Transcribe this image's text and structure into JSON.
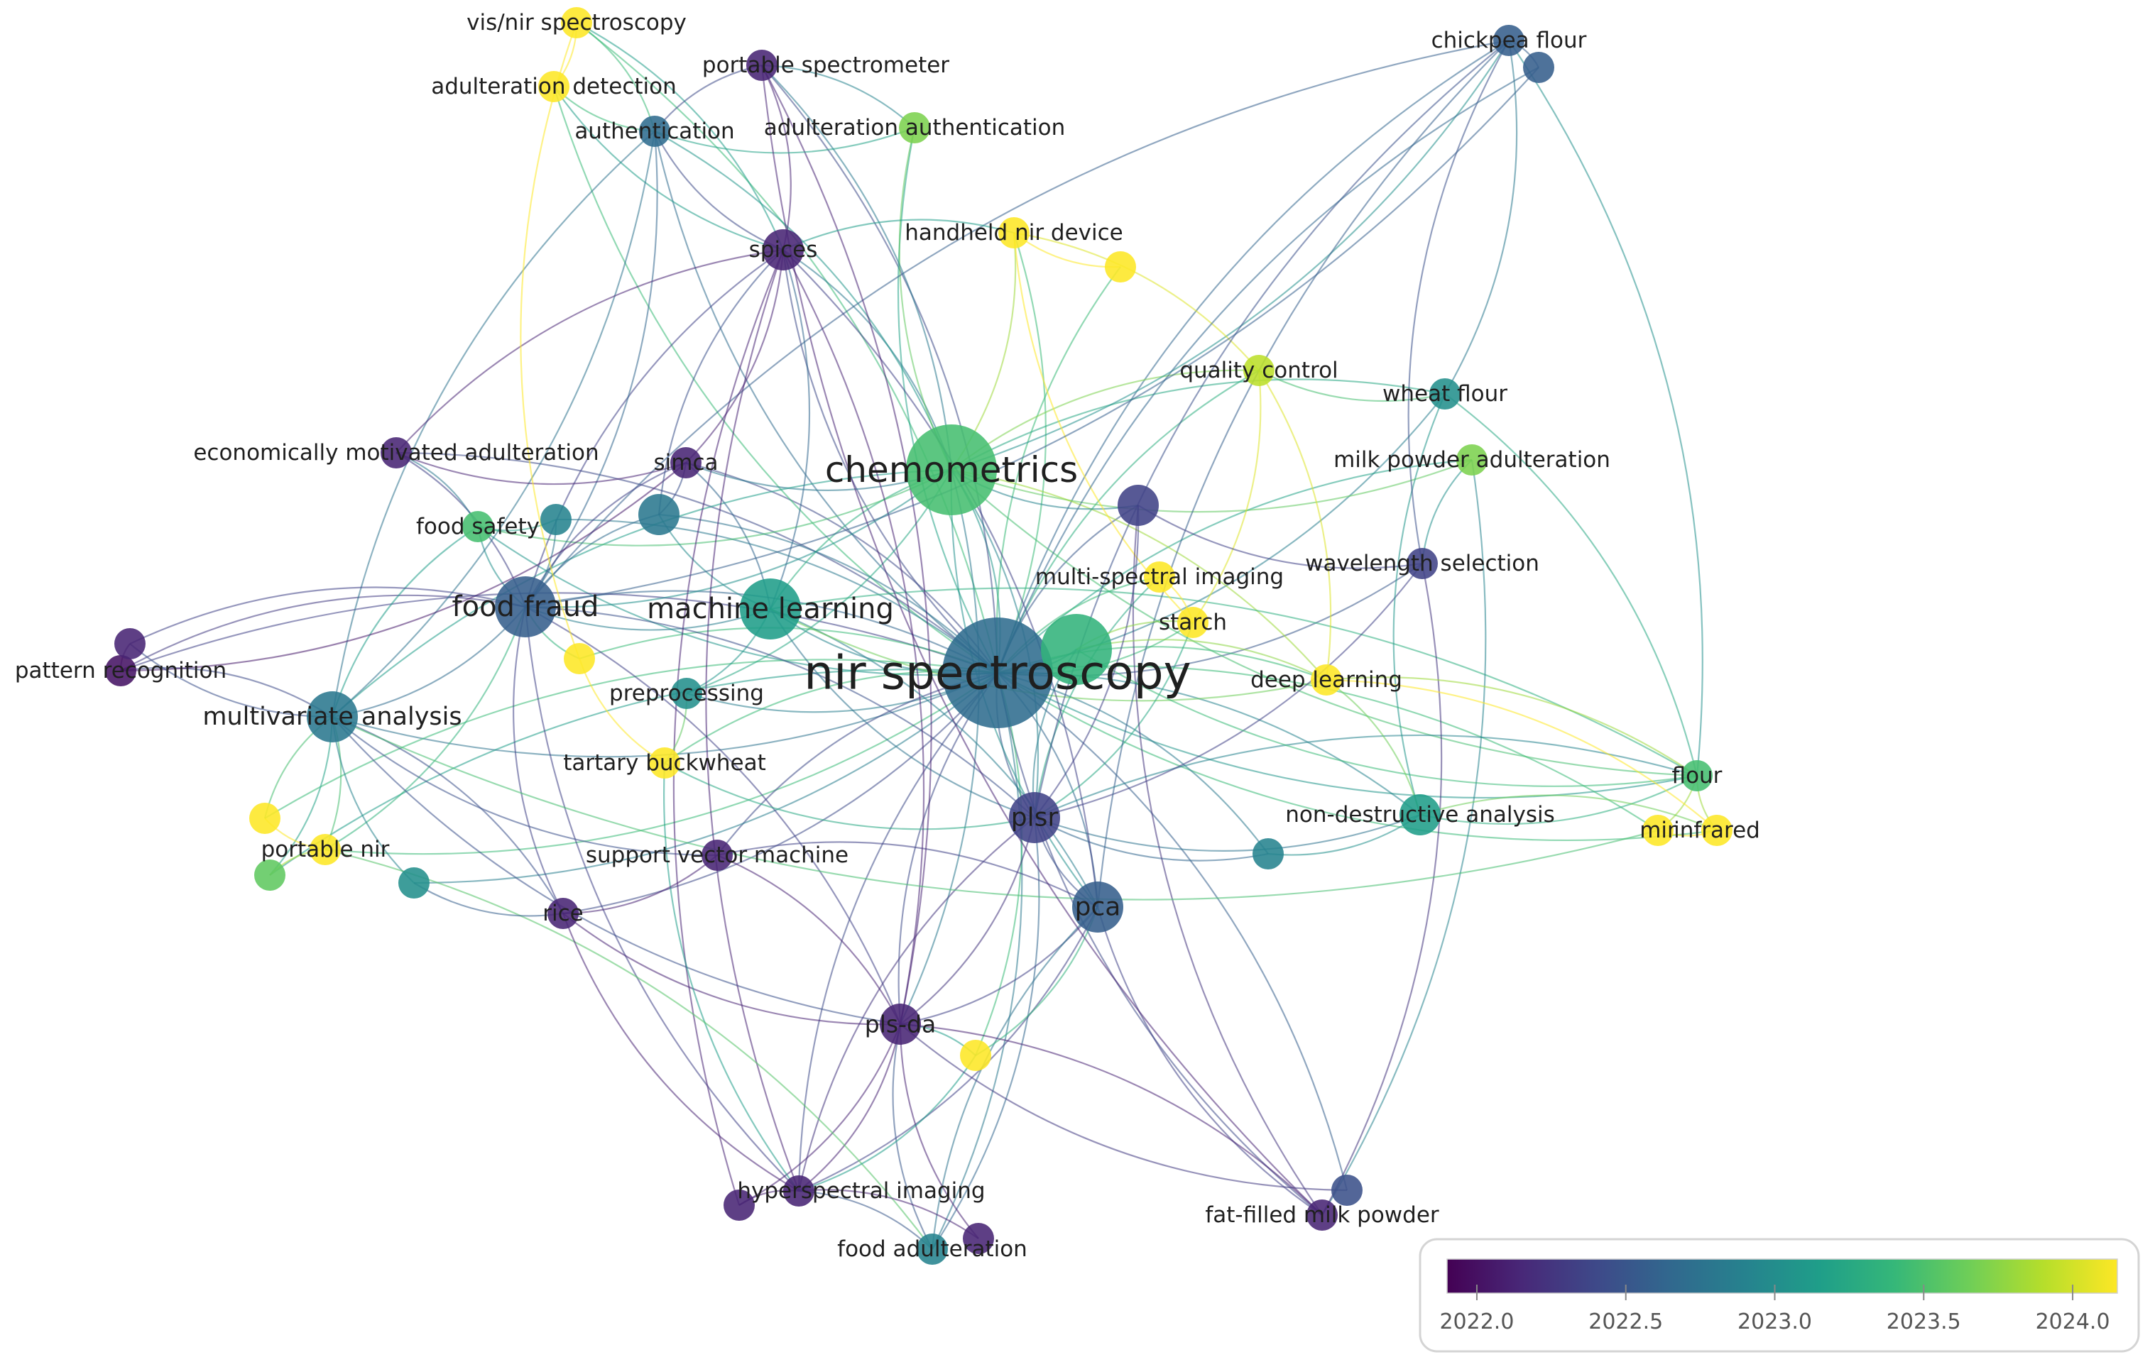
{
  "nodes": [
    {
      "id": "nir-spectroscopy",
      "label": "nir spectroscopy",
      "year": 2022.7,
      "weight": 10
    },
    {
      "id": "chemometrics",
      "label": "chemometrics",
      "year": 2023.4,
      "weight": 8
    },
    {
      "id": "machine-learning",
      "label": "machine learning",
      "year": 2023.1,
      "weight": 5
    },
    {
      "id": "food-fraud",
      "label": "food fraud",
      "year": 2022.6,
      "weight": 5
    },
    {
      "id": "multivariate-analysis",
      "label": "multivariate analysis",
      "year": 2022.8,
      "weight": 4
    },
    {
      "id": "plsr",
      "label": "plsr",
      "year": 2022.4,
      "weight": 4
    },
    {
      "id": "pca",
      "label": "pca",
      "year": 2022.6,
      "weight": 4
    },
    {
      "id": "pls-da",
      "label": "pls-da",
      "year": 2022.2,
      "weight": 3
    },
    {
      "id": "spices",
      "label": "spices",
      "year": 2022.2,
      "weight": 3
    },
    {
      "id": "simca",
      "label": "simca",
      "year": 2022.2,
      "weight": 2
    },
    {
      "id": "authentication",
      "label": "authentication",
      "year": 2022.7,
      "weight": 2
    },
    {
      "id": "vis-nir-spectroscopy",
      "label": "vis/nir spectroscopy",
      "year": 2024.0,
      "weight": 2
    },
    {
      "id": "adulteration-detection",
      "label": "adulteration detection",
      "year": 2024.0,
      "weight": 2
    },
    {
      "id": "portable-spectrometer",
      "label": "portable spectrometer",
      "year": 2022.2,
      "weight": 2
    },
    {
      "id": "adulteration-authentication",
      "label": "adulteration authentication",
      "year": 2023.6,
      "weight": 2
    },
    {
      "id": "handheld-nir-device",
      "label": "handheld nir device",
      "year": 2024.0,
      "weight": 2
    },
    {
      "id": "quality-control",
      "label": "quality control",
      "year": 2023.8,
      "weight": 2
    },
    {
      "id": "wheat-flour",
      "label": "wheat flour",
      "year": 2023.0,
      "weight": 2
    },
    {
      "id": "milk-powder-adulteration",
      "label": "milk powder adulteration",
      "year": 2023.6,
      "weight": 2
    },
    {
      "id": "wavelength-selection",
      "label": "wavelength selection",
      "year": 2022.4,
      "weight": 2
    },
    {
      "id": "multi-spectral-imaging",
      "label": "multi-spectral imaging",
      "year": 2024.0,
      "weight": 2
    },
    {
      "id": "starch",
      "label": "starch",
      "year": 2024.0,
      "weight": 2
    },
    {
      "id": "deep-learning",
      "label": "deep learning",
      "year": 2024.0,
      "weight": 2
    },
    {
      "id": "flour",
      "label": "flour",
      "year": 2023.4,
      "weight": 2
    },
    {
      "id": "mir",
      "label": "mir",
      "year": 2024.0,
      "weight": 2
    },
    {
      "id": "infrared",
      "label": "infrared",
      "year": 2024.0,
      "weight": 2
    },
    {
      "id": "non-destructive-analysis",
      "label": "non-destructive analysis",
      "year": 2023.1,
      "weight": 3
    },
    {
      "id": "economically-motivated-adulteration",
      "label": "economically motivated adulteration",
      "year": 2022.2,
      "weight": 2
    },
    {
      "id": "food-safety",
      "label": "food safety",
      "year": 2023.4,
      "weight": 2
    },
    {
      "id": "pattern-recognition",
      "label": "pattern recognition",
      "year": 2022.1,
      "weight": 2
    },
    {
      "id": "preprocessing",
      "label": "preprocessing",
      "year": 2023.0,
      "weight": 2
    },
    {
      "id": "tartary-buckwheat",
      "label": "tartary buckwheat",
      "year": 2024.0,
      "weight": 2
    },
    {
      "id": "portable-nir",
      "label": "portable nir",
      "year": 2024.0,
      "weight": 2
    },
    {
      "id": "support-vector-machine",
      "label": "support vector machine",
      "year": 2022.2,
      "weight": 2
    },
    {
      "id": "rice",
      "label": "rice",
      "year": 2022.2,
      "weight": 2
    },
    {
      "id": "hyperspectral-imaging",
      "label": "hyperspectral imaging",
      "year": 2022.2,
      "weight": 2
    },
    {
      "id": "food-adulteration",
      "label": "food adulteration",
      "year": 2022.9,
      "weight": 2
    },
    {
      "id": "fat-filled-milk-powder",
      "label": "fat-filled milk powder",
      "year": 2022.2,
      "weight": 2
    },
    {
      "id": "chickpea-flour",
      "label": "chickpea flour",
      "year": 2022.6,
      "weight": 2
    },
    {
      "id": "u-green-big",
      "label": "",
      "year": 2023.3,
      "weight": 6
    },
    {
      "id": "u-blue-1",
      "label": "",
      "year": 2022.4,
      "weight": 3
    },
    {
      "id": "u-teal-1",
      "label": "",
      "year": 2022.8,
      "weight": 3
    },
    {
      "id": "u-teal-2",
      "label": "",
      "year": 2023.0,
      "weight": 2
    },
    {
      "id": "u-yellow-1",
      "label": "",
      "year": 2024.0,
      "weight": 2
    },
    {
      "id": "u-yellow-2",
      "label": "",
      "year": 2024.0,
      "weight": 2
    },
    {
      "id": "u-yellow-3",
      "label": "",
      "year": 2024.0,
      "weight": 2
    },
    {
      "id": "u-yellow-4",
      "label": "",
      "year": 2024.0,
      "weight": 2
    },
    {
      "id": "u-green-1",
      "label": "",
      "year": 2023.5,
      "weight": 2
    },
    {
      "id": "u-teal-3",
      "label": "",
      "year": 2022.9,
      "weight": 2
    },
    {
      "id": "u-teal-4",
      "label": "",
      "year": 2022.9,
      "weight": 2
    },
    {
      "id": "u-purple-1",
      "label": "",
      "year": 2022.2,
      "weight": 2
    },
    {
      "id": "u-purple-2",
      "label": "",
      "year": 2022.2,
      "weight": 2
    },
    {
      "id": "u-purple-3",
      "label": "",
      "year": 2022.2,
      "weight": 2
    },
    {
      "id": "u-blue-2",
      "label": "",
      "year": 2022.6,
      "weight": 2
    },
    {
      "id": "u-blue-3",
      "label": "",
      "year": 2022.5,
      "weight": 2
    }
  ],
  "edges": [
    [
      "nir-spectroscopy",
      "chemometrics"
    ],
    [
      "nir-spectroscopy",
      "machine-learning"
    ],
    [
      "nir-spectroscopy",
      "food-fraud"
    ],
    [
      "nir-spectroscopy",
      "multivariate-analysis"
    ],
    [
      "nir-spectroscopy",
      "plsr"
    ],
    [
      "nir-spectroscopy",
      "pca"
    ],
    [
      "nir-spectroscopy",
      "pls-da"
    ],
    [
      "nir-spectroscopy",
      "spices"
    ],
    [
      "nir-spectroscopy",
      "simca"
    ],
    [
      "nir-spectroscopy",
      "authentication"
    ],
    [
      "nir-spectroscopy",
      "vis-nir-spectroscopy"
    ],
    [
      "nir-spectroscopy",
      "adulteration-detection"
    ],
    [
      "nir-spectroscopy",
      "portable-spectrometer"
    ],
    [
      "nir-spectroscopy",
      "adulteration-authentication"
    ],
    [
      "nir-spectroscopy",
      "handheld-nir-device"
    ],
    [
      "nir-spectroscopy",
      "quality-control"
    ],
    [
      "nir-spectroscopy",
      "wheat-flour"
    ],
    [
      "nir-spectroscopy",
      "milk-powder-adulteration"
    ],
    [
      "nir-spectroscopy",
      "wavelength-selection"
    ],
    [
      "nir-spectroscopy",
      "multi-spectral-imaging"
    ],
    [
      "nir-spectroscopy",
      "starch"
    ],
    [
      "nir-spectroscopy",
      "deep-learning"
    ],
    [
      "nir-spectroscopy",
      "flour"
    ],
    [
      "nir-spectroscopy",
      "mir"
    ],
    [
      "nir-spectroscopy",
      "infrared"
    ],
    [
      "nir-spectroscopy",
      "non-destructive-analysis"
    ],
    [
      "nir-spectroscopy",
      "economically-motivated-adulteration"
    ],
    [
      "nir-spectroscopy",
      "food-safety"
    ],
    [
      "nir-spectroscopy",
      "pattern-recognition"
    ],
    [
      "nir-spectroscopy",
      "preprocessing"
    ],
    [
      "nir-spectroscopy",
      "tartary-buckwheat"
    ],
    [
      "nir-spectroscopy",
      "portable-nir"
    ],
    [
      "nir-spectroscopy",
      "support-vector-machine"
    ],
    [
      "nir-spectroscopy",
      "rice"
    ],
    [
      "nir-spectroscopy",
      "hyperspectral-imaging"
    ],
    [
      "nir-spectroscopy",
      "food-adulteration"
    ],
    [
      "nir-spectroscopy",
      "fat-filled-milk-powder"
    ],
    [
      "nir-spectroscopy",
      "chickpea-flour"
    ],
    [
      "nir-spectroscopy",
      "u-green-big"
    ],
    [
      "nir-spectroscopy",
      "u-blue-1"
    ],
    [
      "nir-spectroscopy",
      "u-teal-1"
    ],
    [
      "nir-spectroscopy",
      "u-teal-2"
    ],
    [
      "nir-spectroscopy",
      "u-yellow-1"
    ],
    [
      "nir-spectroscopy",
      "u-yellow-2"
    ],
    [
      "nir-spectroscopy",
      "u-yellow-3"
    ],
    [
      "nir-spectroscopy",
      "u-yellow-4"
    ],
    [
      "nir-spectroscopy",
      "u-teal-3"
    ],
    [
      "nir-spectroscopy",
      "u-teal-4"
    ],
    [
      "nir-spectroscopy",
      "u-green-1"
    ],
    [
      "nir-spectroscopy",
      "u-blue-3"
    ],
    [
      "chemometrics",
      "machine-learning"
    ],
    [
      "chemometrics",
      "food-fraud"
    ],
    [
      "chemometrics",
      "spices"
    ],
    [
      "chemometrics",
      "simca"
    ],
    [
      "chemometrics",
      "authentication"
    ],
    [
      "chemometrics",
      "quality-control"
    ],
    [
      "chemometrics",
      "handheld-nir-device"
    ],
    [
      "chemometrics",
      "wheat-flour"
    ],
    [
      "chemometrics",
      "milk-powder-adulteration"
    ],
    [
      "chemometrics",
      "plsr"
    ],
    [
      "chemometrics",
      "pca"
    ],
    [
      "chemometrics",
      "pls-da"
    ],
    [
      "chemometrics",
      "multivariate-analysis"
    ],
    [
      "chemometrics",
      "food-safety"
    ],
    [
      "chemometrics",
      "chickpea-flour"
    ],
    [
      "chemometrics",
      "adulteration-authentication"
    ],
    [
      "chemometrics",
      "portable-spectrometer"
    ],
    [
      "chemometrics",
      "deep-learning"
    ],
    [
      "chemometrics",
      "flour"
    ],
    [
      "chemometrics",
      "preprocessing"
    ],
    [
      "chemometrics",
      "u-blue-1"
    ],
    [
      "food-fraud",
      "multivariate-analysis"
    ],
    [
      "food-fraud",
      "pattern-recognition"
    ],
    [
      "food-fraud",
      "food-safety"
    ],
    [
      "food-fraud",
      "economically-motivated-adulteration"
    ],
    [
      "food-fraud",
      "spices"
    ],
    [
      "food-fraud",
      "authentication"
    ],
    [
      "food-fraud",
      "portable-nir"
    ],
    [
      "food-fraud",
      "rice"
    ],
    [
      "food-fraud",
      "pls-da"
    ],
    [
      "food-fraud",
      "machine-learning"
    ],
    [
      "food-fraud",
      "chickpea-flour"
    ],
    [
      "food-fraud",
      "u-yellow-1"
    ],
    [
      "food-fraud",
      "simca"
    ],
    [
      "food-fraud",
      "hyperspectral-imaging"
    ],
    [
      "food-fraud",
      "plsr"
    ],
    [
      "machine-learning",
      "spices"
    ],
    [
      "machine-learning",
      "preprocessing"
    ],
    [
      "machine-learning",
      "plsr"
    ],
    [
      "machine-learning",
      "pca"
    ],
    [
      "machine-learning",
      "simca"
    ],
    [
      "machine-learning",
      "u-teal-1"
    ],
    [
      "machine-learning",
      "deep-learning"
    ],
    [
      "machine-learning",
      "flour"
    ],
    [
      "multivariate-analysis",
      "pattern-recognition"
    ],
    [
      "multivariate-analysis",
      "portable-nir"
    ],
    [
      "multivariate-analysis",
      "u-yellow-3"
    ],
    [
      "multivariate-analysis",
      "u-green-1"
    ],
    [
      "multivariate-analysis",
      "u-teal-2"
    ],
    [
      "multivariate-analysis",
      "rice"
    ],
    [
      "multivariate-analysis",
      "pls-da"
    ],
    [
      "multivariate-analysis",
      "food-safety"
    ],
    [
      "multivariate-analysis",
      "support-vector-machine"
    ],
    [
      "multivariate-analysis",
      "authentication"
    ],
    [
      "plsr",
      "pca"
    ],
    [
      "plsr",
      "pls-da"
    ],
    [
      "plsr",
      "non-destructive-analysis"
    ],
    [
      "plsr",
      "flour"
    ],
    [
      "plsr",
      "wavelength-selection"
    ],
    [
      "plsr",
      "tartary-buckwheat"
    ],
    [
      "plsr",
      "starch"
    ],
    [
      "plsr",
      "multi-spectral-imaging"
    ],
    [
      "plsr",
      "u-teal-4"
    ],
    [
      "plsr",
      "food-adulteration"
    ],
    [
      "plsr",
      "hyperspectral-imaging"
    ],
    [
      "pca",
      "pls-da"
    ],
    [
      "pca",
      "fat-filled-milk-powder"
    ],
    [
      "pca",
      "hyperspectral-imaging"
    ],
    [
      "pca",
      "food-adulteration"
    ],
    [
      "pca",
      "u-yellow-4"
    ],
    [
      "pca",
      "support-vector-machine"
    ],
    [
      "pca",
      "chickpea-flour"
    ],
    [
      "pca",
      "spices"
    ],
    [
      "pls-da",
      "hyperspectral-imaging"
    ],
    [
      "pls-da",
      "food-adulteration"
    ],
    [
      "pls-da",
      "u-yellow-4"
    ],
    [
      "pls-da",
      "support-vector-machine"
    ],
    [
      "pls-da",
      "rice"
    ],
    [
      "pls-da",
      "spices"
    ],
    [
      "pls-da",
      "u-purple-2"
    ],
    [
      "pls-da",
      "u-purple-3"
    ],
    [
      "pls-da",
      "fat-filled-milk-powder"
    ],
    [
      "pls-da",
      "portable-spectrometer"
    ],
    [
      "spices",
      "authentication"
    ],
    [
      "spices",
      "portable-spectrometer"
    ],
    [
      "spices",
      "adulteration-detection"
    ],
    [
      "spices",
      "vis-nir-spectroscopy"
    ],
    [
      "spices",
      "simca"
    ],
    [
      "spices",
      "hyperspectral-imaging"
    ],
    [
      "spices",
      "handheld-nir-device"
    ],
    [
      "spices",
      "u-purple-2"
    ],
    [
      "authentication",
      "adulteration-detection"
    ],
    [
      "authentication",
      "vis-nir-spectroscopy"
    ],
    [
      "authentication",
      "portable-spectrometer"
    ],
    [
      "authentication",
      "adulteration-authentication"
    ],
    [
      "authentication",
      "multivariate-analysis"
    ],
    [
      "handheld-nir-device",
      "u-yellow-2"
    ],
    [
      "handheld-nir-device",
      "quality-control"
    ],
    [
      "handheld-nir-device",
      "starch"
    ],
    [
      "quality-control",
      "deep-learning"
    ],
    [
      "quality-control",
      "wheat-flour"
    ],
    [
      "quality-control",
      "starch"
    ],
    [
      "wheat-flour",
      "chickpea-flour"
    ],
    [
      "wheat-flour",
      "flour"
    ],
    [
      "wheat-flour",
      "non-destructive-analysis"
    ],
    [
      "chickpea-flour",
      "u-blue-2"
    ],
    [
      "chickpea-flour",
      "wavelength-selection"
    ],
    [
      "chickpea-flour",
      "flour"
    ],
    [
      "chickpea-flour",
      "plsr"
    ],
    [
      "u-blue-2",
      "food-fraud"
    ],
    [
      "u-blue-2",
      "nir-spectroscopy"
    ],
    [
      "milk-powder-adulteration",
      "fat-filled-milk-powder"
    ],
    [
      "milk-powder-adulteration",
      "wavelength-selection"
    ],
    [
      "fat-filled-milk-powder",
      "u-blue-1"
    ],
    [
      "fat-filled-milk-powder",
      "wavelength-selection"
    ],
    [
      "flour",
      "mir"
    ],
    [
      "flour",
      "infrared"
    ],
    [
      "flour",
      "non-destructive-analysis"
    ],
    [
      "flour",
      "deep-learning"
    ],
    [
      "flour",
      "u-green-big"
    ],
    [
      "mir",
      "infrared"
    ],
    [
      "mir",
      "multivariate-analysis"
    ],
    [
      "infrared",
      "non-destructive-analysis"
    ],
    [
      "non-destructive-analysis",
      "u-teal-4"
    ],
    [
      "non-destructive-analysis",
      "deep-learning"
    ],
    [
      "pattern-recognition",
      "u-purple-1"
    ],
    [
      "pattern-recognition",
      "simca"
    ],
    [
      "u-purple-1",
      "food-fraud"
    ],
    [
      "u-purple-1",
      "multivariate-analysis"
    ],
    [
      "economically-motivated-adulteration",
      "food-safety"
    ],
    [
      "economically-motivated-adulteration",
      "simca"
    ],
    [
      "economically-motivated-adulteration",
      "spices"
    ],
    [
      "food-safety",
      "u-teal-3"
    ],
    [
      "u-teal-3",
      "food-fraud"
    ],
    [
      "tartary-buckwheat",
      "preprocessing"
    ],
    [
      "tartary-buckwheat",
      "u-yellow-1"
    ],
    [
      "tartary-buckwheat",
      "hyperspectral-imaging"
    ],
    [
      "portable-nir",
      "u-yellow-3"
    ],
    [
      "portable-nir",
      "u-green-1"
    ],
    [
      "portable-nir",
      "food-adulteration"
    ],
    [
      "rice",
      "support-vector-machine"
    ],
    [
      "rice",
      "u-teal-2"
    ],
    [
      "rice",
      "hyperspectral-imaging"
    ],
    [
      "hyperspectral-imaging",
      "food-adulteration"
    ],
    [
      "hyperspectral-imaging",
      "u-purple-2"
    ],
    [
      "hyperspectral-imaging",
      "u-purple-3"
    ],
    [
      "hyperspectral-imaging",
      "u-yellow-4"
    ],
    [
      "u-green-big",
      "deep-learning"
    ],
    [
      "u-green-big",
      "plsr"
    ],
    [
      "u-green-big",
      "starch"
    ],
    [
      "u-blue-1",
      "wavelength-selection"
    ],
    [
      "u-blue-1",
      "plsr"
    ],
    [
      "u-teal-1",
      "food-fraud"
    ],
    [
      "u-teal-1",
      "spices"
    ],
    [
      "u-teal-1",
      "simca"
    ],
    [
      "vis-nir-spectroscopy",
      "adulteration-detection"
    ],
    [
      "vis-nir-spectroscopy",
      "u-yellow-1"
    ],
    [
      "portable-spectrometer",
      "adulteration-authentication"
    ],
    [
      "portable-spectrometer",
      "fat-filled-milk-powder"
    ],
    [
      "deep-learning",
      "infrared"
    ],
    [
      "starch",
      "multi-spectral-imaging"
    ],
    [
      "u-blue-3",
      "pls-da"
    ]
  ],
  "legend": {
    "ticks": [
      "2022.0",
      "2022.5",
      "2023.0",
      "2023.5",
      "2024.0"
    ],
    "tick_values": [
      2022.0,
      2022.5,
      2023.0,
      2023.5,
      2024.0
    ],
    "range": [
      2021.9,
      2024.15
    ],
    "colormap": [
      "#440154",
      "#3b528b",
      "#21918c",
      "#5ec962",
      "#fde725"
    ]
  },
  "colors": {
    "viridis": [
      "#440154",
      "#482878",
      "#3e4989",
      "#31688e",
      "#26828e",
      "#1f9e89",
      "#35b779",
      "#6ece58",
      "#b5de2b",
      "#fde725"
    ]
  }
}
